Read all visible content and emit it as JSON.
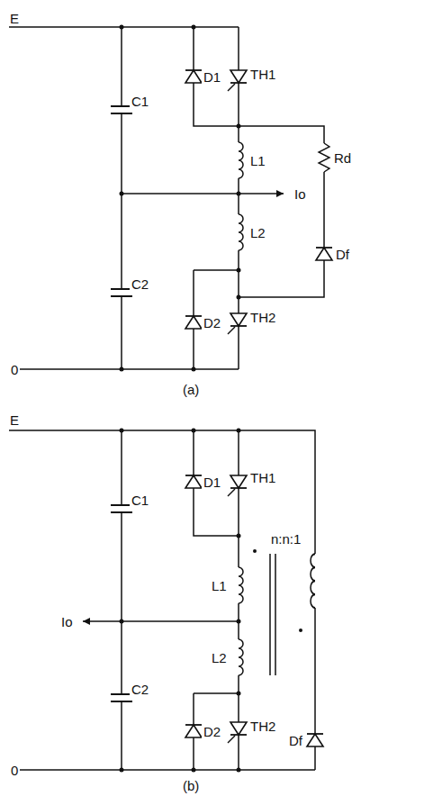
{
  "diagram": {
    "labels": [
      "E",
      "C1",
      "D1",
      "TH1",
      "Rd",
      "L1",
      "Io",
      "L2",
      "Df",
      "C2",
      "D2",
      "TH2",
      "0",
      "(a)",
      "E",
      "C1",
      "D1",
      "TH1",
      "n:n:1",
      "L1",
      "Io",
      "L2",
      "C2",
      "D2",
      "TH2",
      "Df",
      "0",
      "(b)"
    ]
  }
}
